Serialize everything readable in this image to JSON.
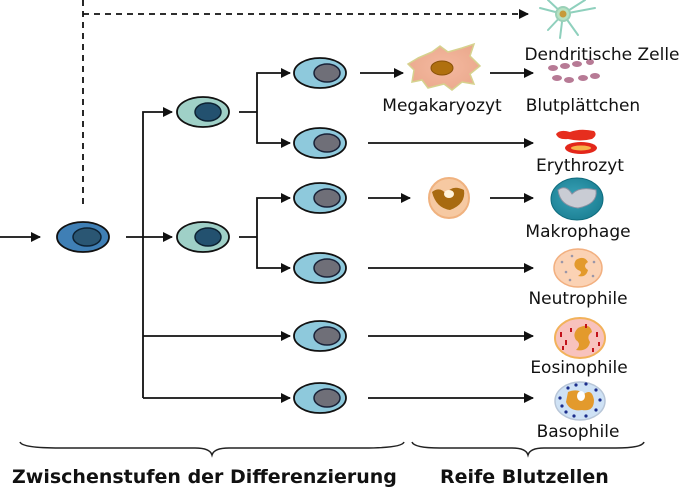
{
  "title": "Blutzelldifferenzierung",
  "colors": {
    "stem_cell_fill": "#3f7fb5",
    "stem_cell_nucleus": "#2a5673",
    "progenitor_fill": "#9fd0c7",
    "progenitor_nucleus": "#23516f",
    "precursor_fill": "#8ec9dc",
    "precursor_nucleus": "#6f6f78",
    "line": "#111111"
  },
  "mature_cells": [
    {
      "id": "dendritic",
      "label": "Dendritische Zelle"
    },
    {
      "id": "megakaryocyte",
      "label": "Megakaryozyt"
    },
    {
      "id": "platelets",
      "label": "Blutplättchen"
    },
    {
      "id": "erythrocyte",
      "label": "Erythrozyt"
    },
    {
      "id": "macrophage",
      "label": "Makrophage"
    },
    {
      "id": "neutrophil",
      "label": "Neutrophile"
    },
    {
      "id": "eosinophil",
      "label": "Eosinophile"
    },
    {
      "id": "basophil",
      "label": "Basophile"
    }
  ],
  "sections": {
    "intermediate": "Zwischenstufen der Differenzierung",
    "mature": "Reife Blutzellen"
  }
}
